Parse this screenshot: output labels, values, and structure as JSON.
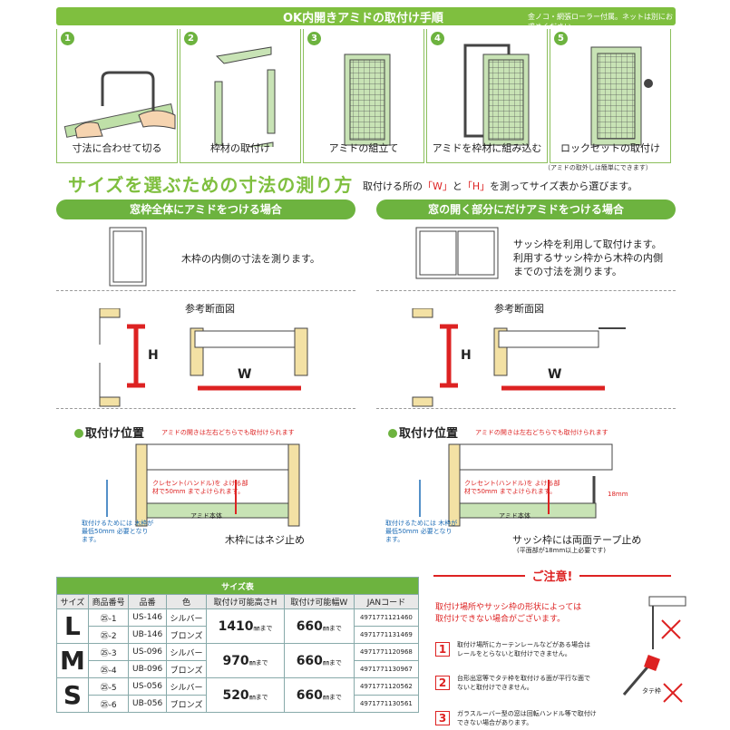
{
  "banner": {
    "title": "OK内開きアミドの取付け手順",
    "note": "金ノコ・網張ローラー付属。ネットは別にお求めください。"
  },
  "steps": [
    {
      "num": "1",
      "caption": "寸法に合わせて切る"
    },
    {
      "num": "2",
      "caption": "枠材の取付け"
    },
    {
      "num": "3",
      "caption": "アミドの組立て"
    },
    {
      "num": "4",
      "caption": "アミドを枠材に組み込む"
    },
    {
      "num": "5",
      "caption": "ロックセットの取付け"
    }
  ],
  "removal_note": "（アミドの取外しは簡単にできます）",
  "measure": {
    "title": "サイズを選ぶための寸法の測り方",
    "sub_pre": "取付ける所の",
    "sub_w": "「W」",
    "sub_mid": "と",
    "sub_h": "「H」",
    "sub_post": "を測ってサイズ表から選びます。"
  },
  "left_case": {
    "pill": "窓枠全体にアミドをつける場合",
    "desc": "木枠の内側の寸法を測ります。",
    "section_label": "参考断面図",
    "h_label": "H",
    "w_label": "W",
    "pos_heading": "取付け位置",
    "pos_note": "アミドの開きは左右どちらでも取付けられます",
    "crescent": "クレセント(ハンドル)を よける部材で50mm までよけられます。",
    "body_label": "アミド本体",
    "min_note": "取付けるためには 木枠が最低50mm 必要となります。",
    "screw": "木枠にはネジ止め"
  },
  "right_case": {
    "pill": "窓の開く部分にだけアミドをつける場合",
    "desc_1": "サッシ枠を利用して取付けます。",
    "desc_2": "利用するサッシ枠から木枠の内側",
    "desc_3": "までの寸法を測ります。",
    "section_label": "参考断面図",
    "h_label": "H",
    "w_label": "W",
    "pos_heading": "取付け位置",
    "pos_note": "アミドの開きは左右どちらでも取付けられます",
    "crescent": "クレセント(ハンドル)を よける部材で50mm までよけられます。",
    "mm18": "18mm",
    "body_label": "アミド本体",
    "min_note": "取付けるためには 木枠が最低50mm 必要となります。",
    "tape": "サッシ枠には両面テープ止め",
    "tape_note": "(平面部が18mm以上必要です)"
  },
  "size_table": {
    "title": "サイズ表",
    "headers": [
      "サイズ",
      "商品番号",
      "品番",
      "色",
      "取付け可能高さH",
      "取付け可能幅W",
      "JANコード"
    ],
    "unit": "㎜まで",
    "rows": [
      {
        "size": "L",
        "items": [
          {
            "no": "㉕-1",
            "code": "US-146",
            "color": "シルバー",
            "jan": "4971771121460"
          },
          {
            "no": "㉕-2",
            "code": "UB-146",
            "color": "ブロンズ",
            "jan": "4971771131469"
          }
        ],
        "h": "1410",
        "w": "660"
      },
      {
        "size": "M",
        "items": [
          {
            "no": "㉕-3",
            "code": "US-096",
            "color": "シルバー",
            "jan": "4971771120968"
          },
          {
            "no": "㉕-4",
            "code": "UB-096",
            "color": "ブロンズ",
            "jan": "4971771130967"
          }
        ],
        "h": "970",
        "w": "660"
      },
      {
        "size": "S",
        "items": [
          {
            "no": "㉕-5",
            "code": "US-056",
            "color": "シルバー",
            "jan": "4971771120562"
          },
          {
            "no": "㉕-6",
            "code": "UB-056",
            "color": "ブロンズ",
            "jan": "4971771130561"
          }
        ],
        "h": "520",
        "w": "660"
      }
    ]
  },
  "caution": {
    "title": "ご注意!",
    "intro_1": "取付け場所やサッシ枠の形状によっては",
    "intro_2": "取付けできない場合がございます。",
    "items": [
      {
        "num": "1",
        "l1": "取付け場所にカーテンレールなどがある場合は",
        "l2": "レールをとらないと取付けできません。"
      },
      {
        "num": "2",
        "l1": "台形出窓等でタテ枠を取付ける面が平行な面で",
        "l2": "ないと取付けできません。"
      },
      {
        "num": "3",
        "l1": "ガラスルーバー型の窓は回転ハンドル等で取付け",
        "l2": "できない場合があります。"
      }
    ],
    "tate_label": "タテ枠"
  },
  "colors": {
    "green": "#6db33f",
    "red": "#d22222",
    "frame": "#c8e3b5"
  }
}
